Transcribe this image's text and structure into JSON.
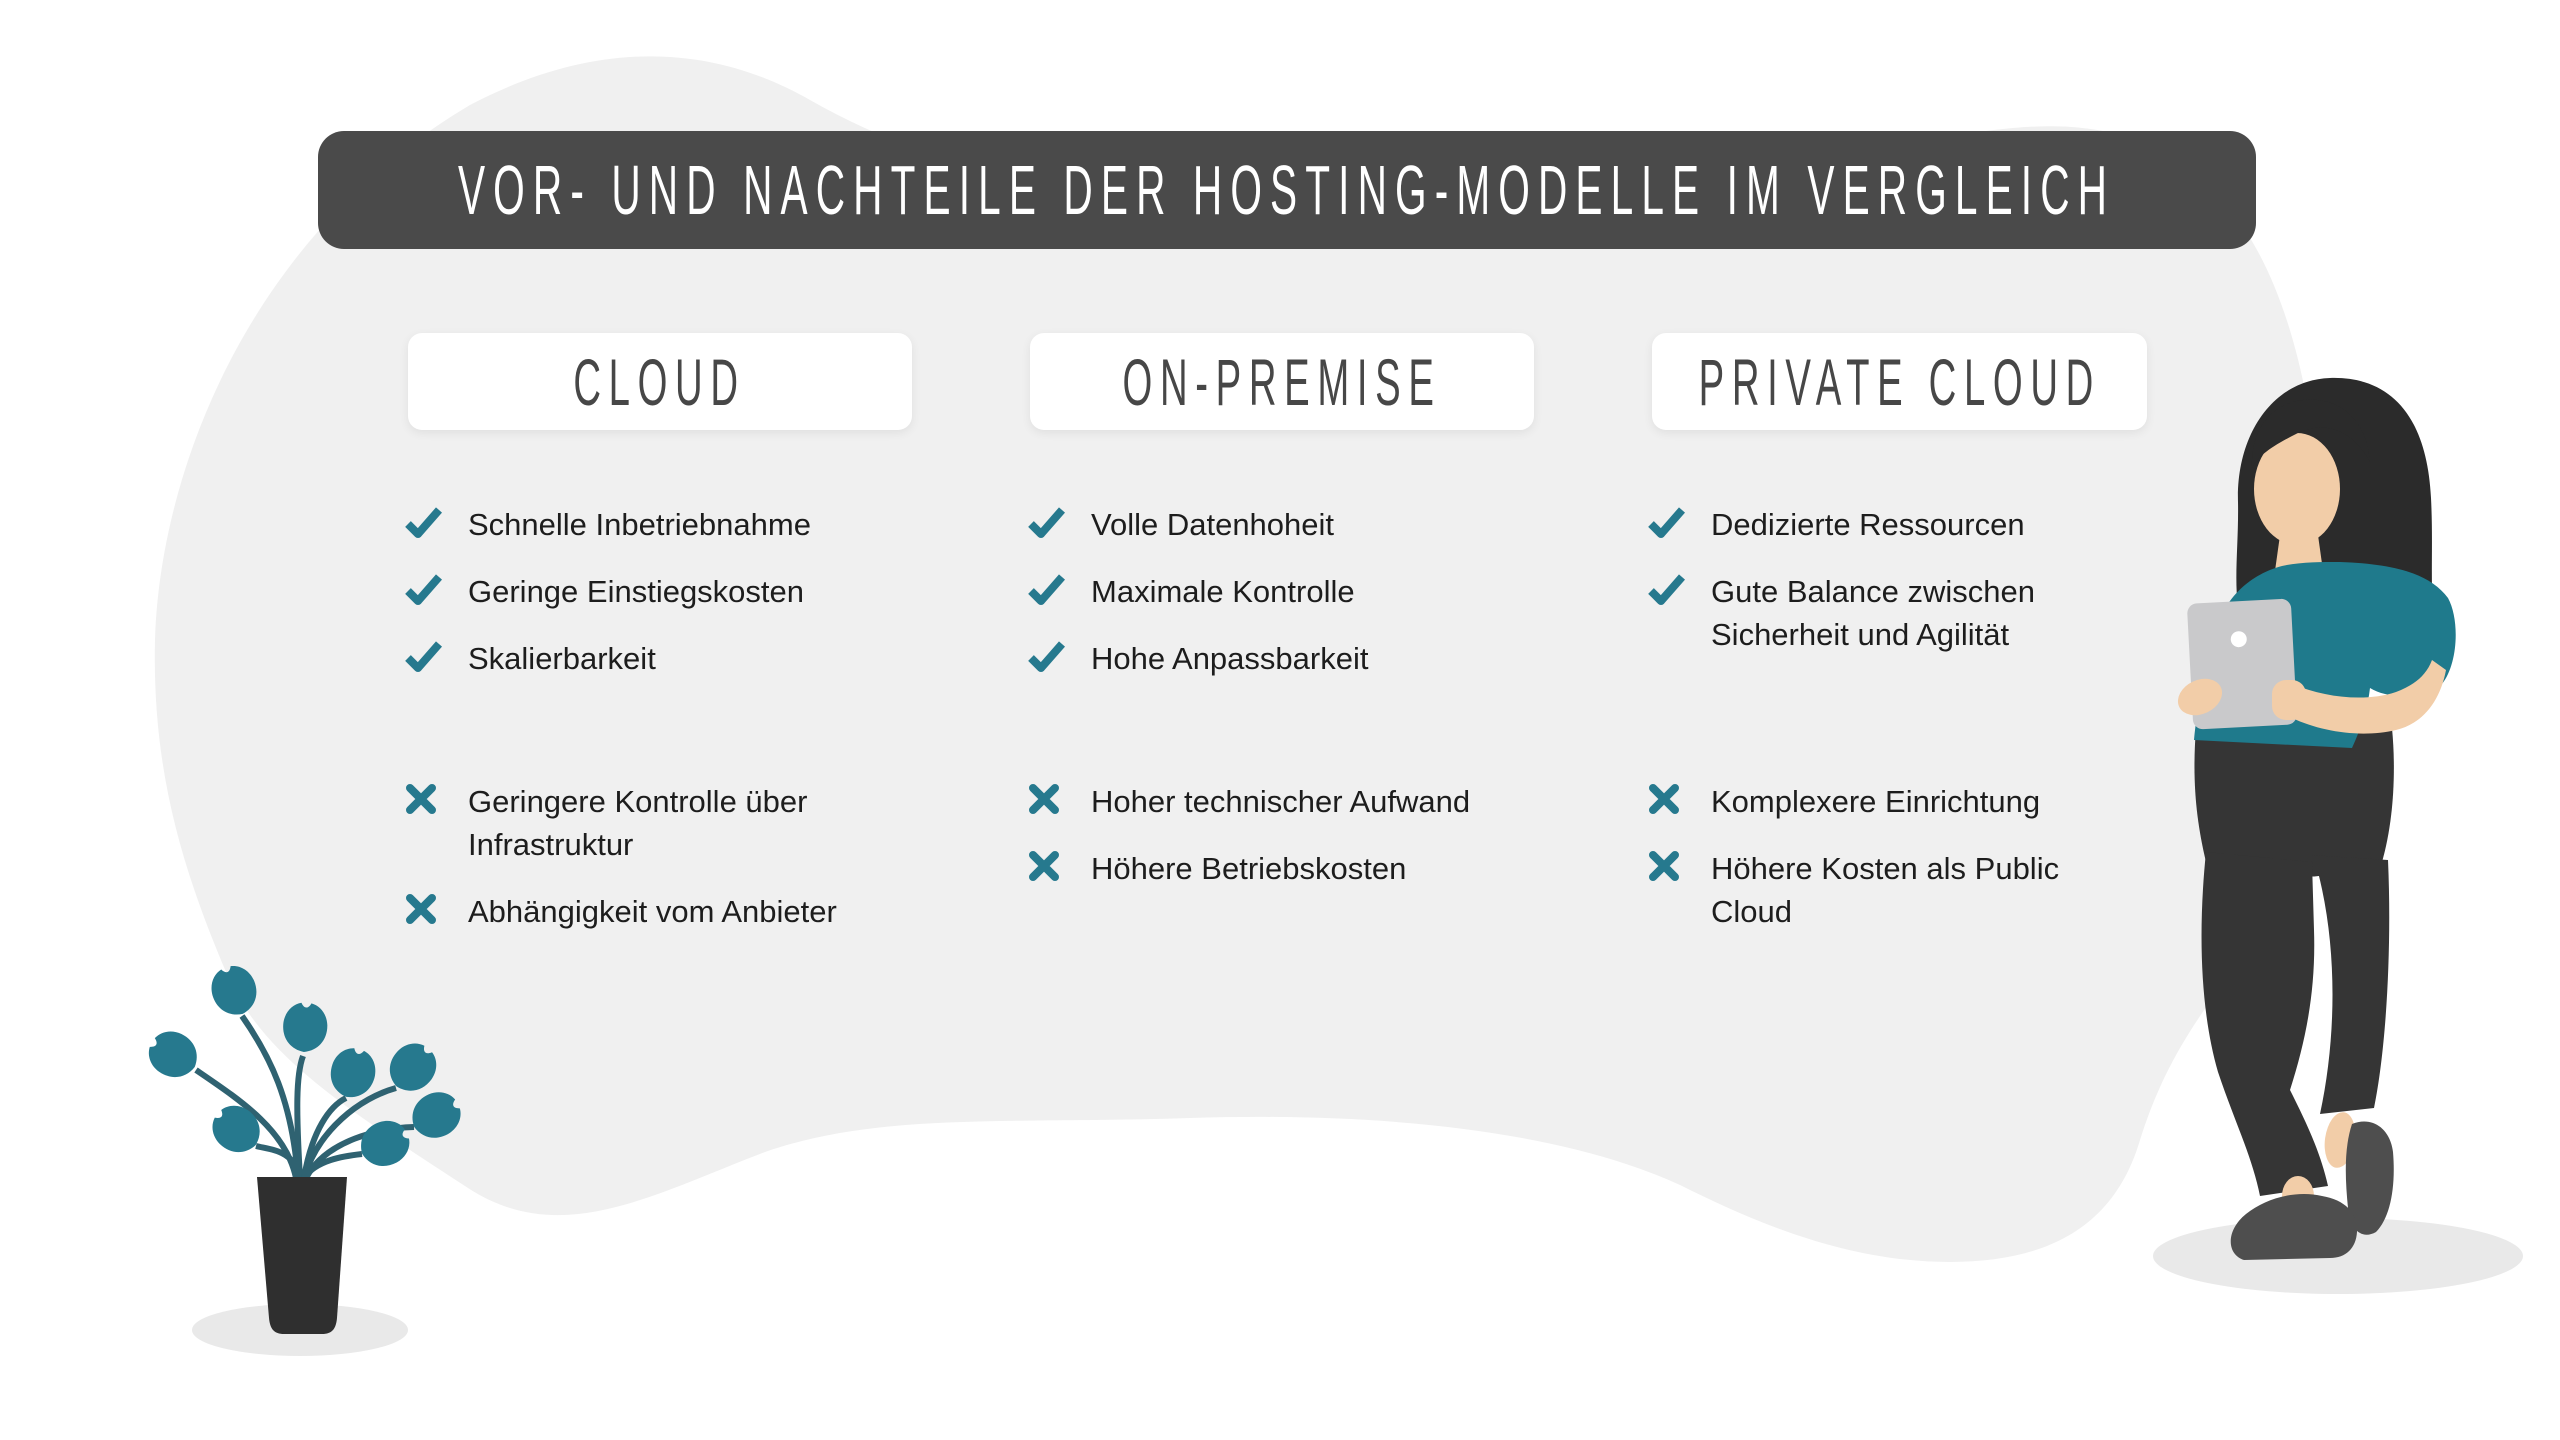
{
  "title": {
    "text": "VOR- UND NACHTEILE DER HOSTING-MODELLE IM VERGLEICH"
  },
  "columns": [
    {
      "name": "CLOUD",
      "pros": [
        "Schnelle Inbetriebnahme",
        "Geringe Einstiegskosten",
        "Skalierbarkeit"
      ],
      "cons": [
        "Geringere Kontrolle über Infrastruktur",
        "Abhängigkeit vom Anbieter"
      ]
    },
    {
      "name": "ON-PREMISE",
      "pros": [
        "Volle Datenhoheit",
        "Maximale Kontrolle",
        "Hohe Anpassbarkeit"
      ],
      "cons": [
        "Hoher technischer Aufwand",
        "Höhere Betriebskosten"
      ]
    },
    {
      "name": "PRIVATE CLOUD",
      "pros": [
        "Dedizierte Ressourcen",
        "Gute Balance zwischen Sicherheit und Agilität"
      ],
      "cons": [
        "Komplexere Einrichtung",
        "Höhere Kosten als Public Cloud"
      ]
    }
  ],
  "markers": {
    "pro": "check-icon",
    "con": "x-icon"
  },
  "colors": {
    "accent_teal": "#26798E",
    "title_bar": "#4A4A4A",
    "background_blob": "#F0F0F0",
    "text": "#1D1D1D",
    "shirt_teal": "#1F7A8C"
  },
  "illustrations": {
    "bottom_left": "potted-plant",
    "right": "woman-holding-tablet"
  }
}
